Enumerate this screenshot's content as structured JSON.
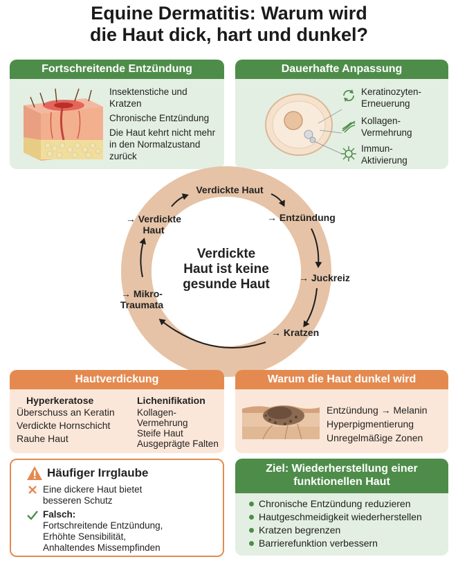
{
  "title": {
    "line1": "Equine Dermatitis: Warum wird",
    "line2": "die Haut dick, hart und dunkel?"
  },
  "progressive": {
    "header": "Fortschreitende Entzündung",
    "items": [
      "Insektenstiche und Kratzen",
      "Chronische Entzündung",
      "Die Haut kehrt nicht mehr in den Normalzustand zurück"
    ]
  },
  "adaptation": {
    "header": "Dauerhafte Anpassung",
    "items": [
      {
        "label": "Keratinozyten-Erneuerung",
        "icon": "renewal-cycle-icon"
      },
      {
        "label": "Kollagen-Vermehrung",
        "icon": "collagen-fiber-icon"
      },
      {
        "label": "Immun-Aktivierung",
        "icon": "immune-cell-icon"
      }
    ]
  },
  "cycle": {
    "center": [
      "Verdickte",
      "Haut ist keine",
      "gesunde Haut"
    ],
    "steps": {
      "top": "Verdickte Haut",
      "inflammation": "→ Entzündung",
      "itch": "→ Juckreiz",
      "scratch": "→ Kratzen",
      "micro1": "→ Mikro-",
      "micro2": "Traumata",
      "thick1": "→ Verdickte",
      "thick2": "Haut"
    }
  },
  "thickening": {
    "header": "Hautverdickung",
    "col1": {
      "title": "Hyperkeratose",
      "items": [
        "Überschuss an Keratin",
        "Verdickte Hornschicht",
        "Rauhe Haut"
      ]
    },
    "col2": {
      "title": "Lichenifikation",
      "items": [
        "Kollagen-",
        "Vermehrung",
        "Steife Haut",
        "Ausgeprägte Falten"
      ]
    }
  },
  "dark": {
    "header": "Warum die Haut dunkel wird",
    "items": [
      "Entzündung → Melanin",
      "Hyperpigmentierung",
      "Unregelmäßige Zonen"
    ]
  },
  "myth": {
    "title": "Häufiger Irrglaube",
    "claim1": "Eine dickere Haut bietet",
    "claim2": "besseren Schutz",
    "false_label": "Falsch:",
    "reasons": [
      "Fortschreitende Entzündung,",
      "Erhöhte Sensibilität,",
      "Anhaltendes Missempfinden"
    ]
  },
  "goal": {
    "header1": "Ziel: Wiederherstellung einer",
    "header2": "funktionellen Haut",
    "items": [
      "Chronische Entzündung reduzieren",
      "Hautgeschmeidigkeit wiederherstellen",
      "Kratzen begrenzen",
      "Barrierefunktion verbessern"
    ]
  },
  "colors": {
    "green": "#4e8c4a",
    "orange": "#e48a50",
    "ring": "#e6c3a6"
  }
}
